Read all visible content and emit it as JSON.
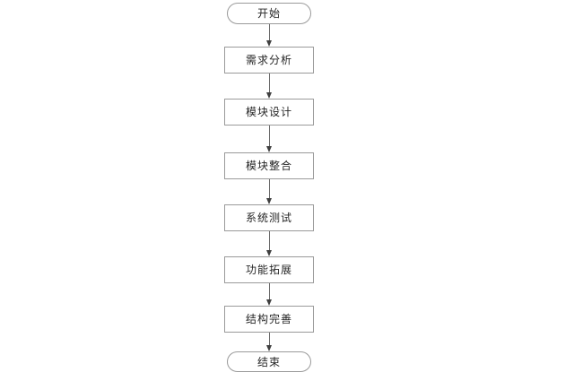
{
  "diagram": {
    "type": "flowchart",
    "direction": "top-down",
    "nodes": [
      {
        "id": "start",
        "label": "开始",
        "shape": "terminator"
      },
      {
        "id": "step1",
        "label": "需求分析",
        "shape": "process"
      },
      {
        "id": "step2",
        "label": "模块设计",
        "shape": "process"
      },
      {
        "id": "step3",
        "label": "模块整合",
        "shape": "process"
      },
      {
        "id": "step4",
        "label": "系统测试",
        "shape": "process"
      },
      {
        "id": "step5",
        "label": "功能拓展",
        "shape": "process"
      },
      {
        "id": "step6",
        "label": "结构完善",
        "shape": "process"
      },
      {
        "id": "end",
        "label": "结束",
        "shape": "terminator"
      }
    ],
    "edges": [
      {
        "from": "start",
        "to": "step1"
      },
      {
        "from": "step1",
        "to": "step2"
      },
      {
        "from": "step2",
        "to": "step3"
      },
      {
        "from": "step3",
        "to": "step4"
      },
      {
        "from": "step4",
        "to": "step5"
      },
      {
        "from": "step5",
        "to": "step6"
      },
      {
        "from": "step6",
        "to": "end"
      }
    ],
    "colors": {
      "background": "#ffffff",
      "node_fill": "#ffffff",
      "node_border": "#9a9a9a",
      "connector_line": "#6b6b6b",
      "arrowhead": "#3f3f3f",
      "text": "#262626"
    }
  }
}
